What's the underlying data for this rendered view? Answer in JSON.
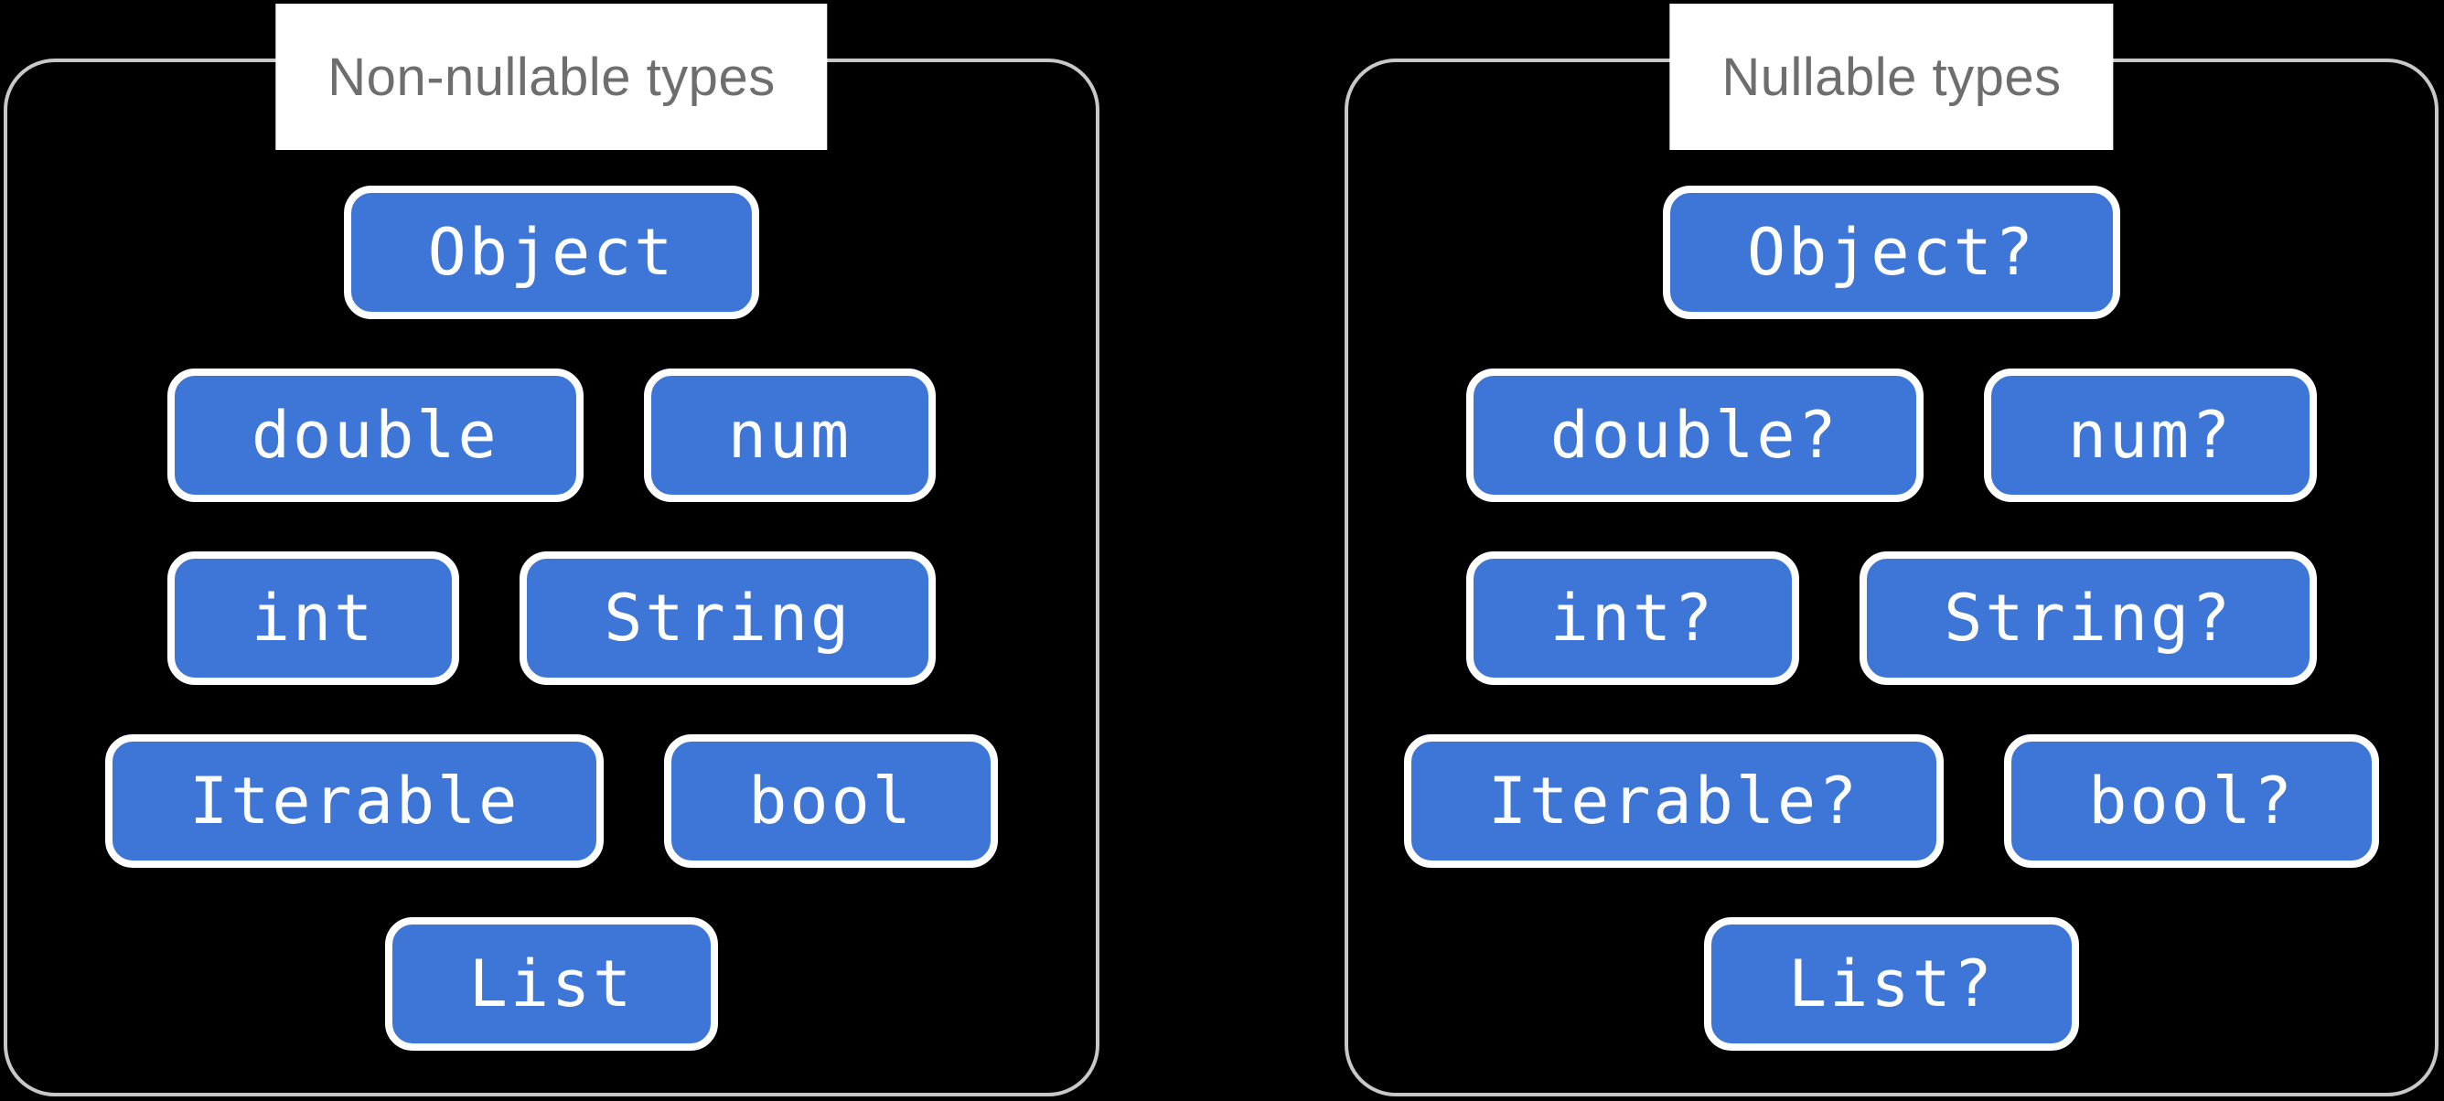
{
  "canvas": {
    "background": "#000000"
  },
  "colors": {
    "canvas_bg": "#000000",
    "panel_border": "#C8C8C8",
    "title_bg": "#FFFFFF",
    "title_text": "#6E6E6E",
    "pill_fill": "#3E76D8",
    "pill_border": "#FFFFFF",
    "pill_text": "#FFFFFF"
  },
  "panels": [
    {
      "id": "non-nullable",
      "title": "Non-nullable types",
      "rows": [
        [
          "Object"
        ],
        [
          "double",
          "num"
        ],
        [
          "int",
          "String"
        ],
        [
          "Iterable",
          "bool"
        ],
        [
          "List"
        ]
      ]
    },
    {
      "id": "nullable",
      "title": "Nullable types",
      "rows": [
        [
          "Object?"
        ],
        [
          "double?",
          "num?"
        ],
        [
          "int?",
          "String?"
        ],
        [
          "Iterable?",
          "bool?"
        ],
        [
          "List?"
        ]
      ]
    }
  ]
}
